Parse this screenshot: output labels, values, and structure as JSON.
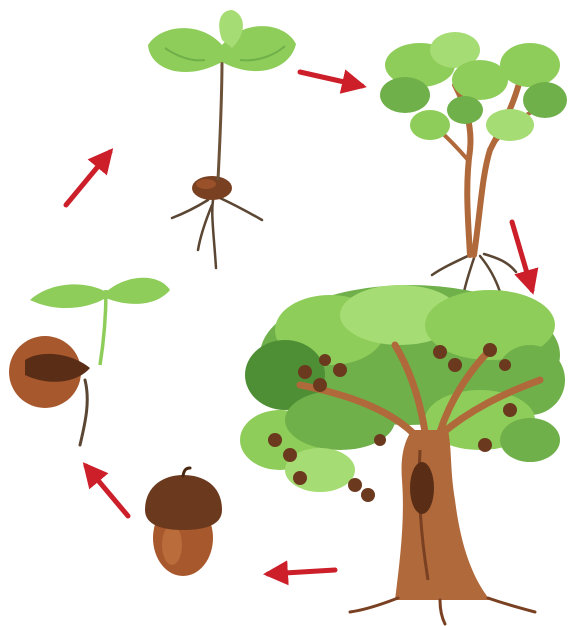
{
  "diagram": {
    "stages": [
      {
        "id": "sprouting-acorn"
      },
      {
        "id": "seedling"
      },
      {
        "id": "sapling"
      },
      {
        "id": "mature-oak-tree"
      },
      {
        "id": "acorn"
      }
    ],
    "arrows": [
      {
        "id": "arrow-seedling-to-sapling",
        "from": "seedling",
        "to": "sapling"
      },
      {
        "id": "arrow-sapling-to-mature",
        "from": "sapling",
        "to": "mature-oak-tree"
      },
      {
        "id": "arrow-mature-to-acorn",
        "from": "mature-oak-tree",
        "to": "acorn"
      },
      {
        "id": "arrow-acorn-to-sprout",
        "from": "acorn",
        "to": "sprouting-acorn"
      },
      {
        "id": "arrow-sprout-to-seedling",
        "from": "sprouting-acorn",
        "to": "seedling"
      }
    ],
    "colors": {
      "arrow": "#cc1f2a",
      "leaf_light": "#9ed36a",
      "leaf_mid": "#6fb04a",
      "leaf_dark": "#4e8f35",
      "trunk": "#b0693a",
      "trunk_dark": "#7a4022",
      "acorn_shell": "#a8582d",
      "acorn_cap": "#6b3a1e",
      "root": "#5a4632"
    }
  }
}
